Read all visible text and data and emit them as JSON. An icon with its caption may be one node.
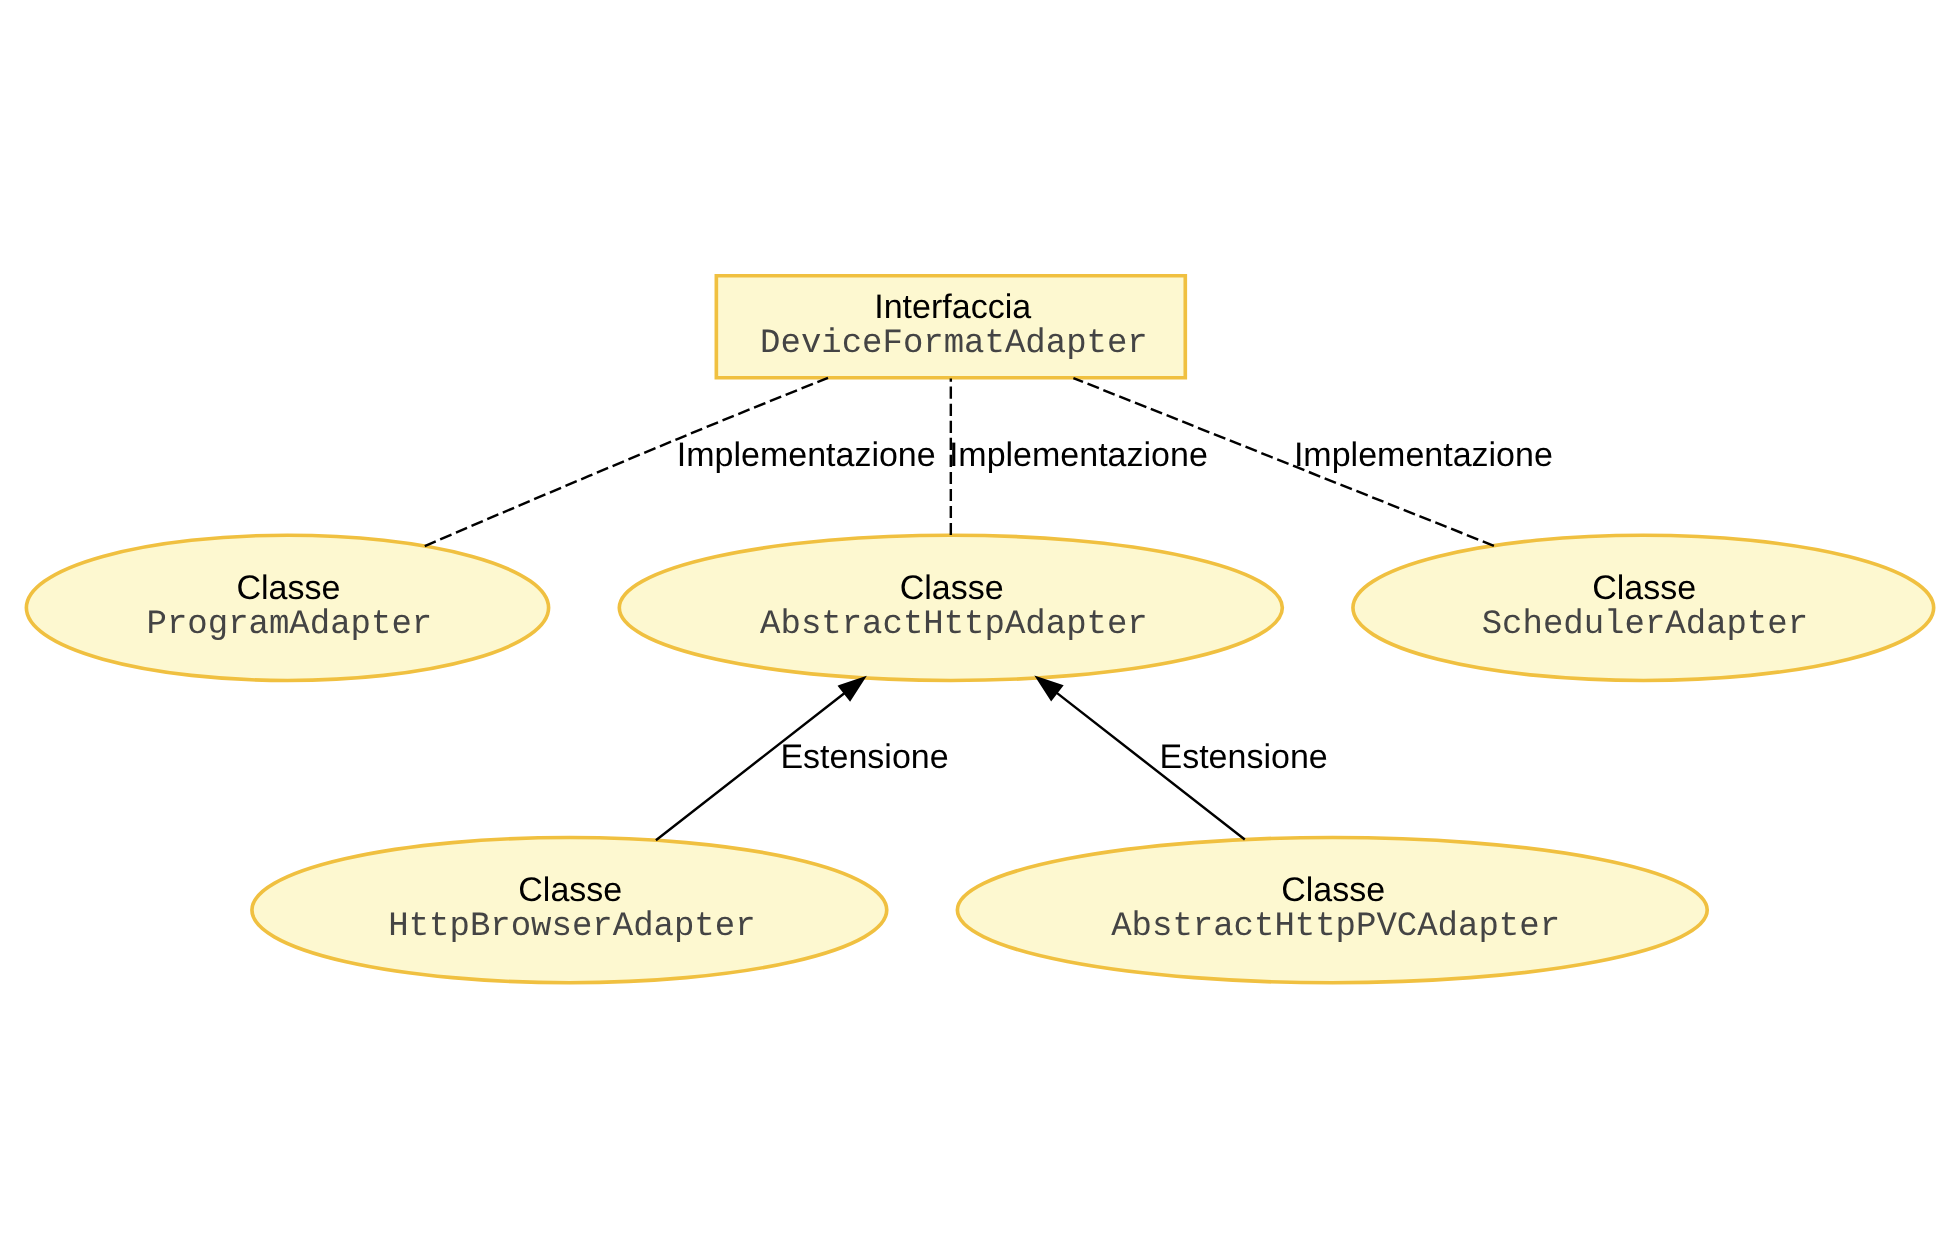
{
  "diagram": {
    "nodes": [
      {
        "text": [
          "Interfaccia",
          "DeviceFormatAdapter"
        ]
      },
      {
        "text": [
          "Classe",
          "ProgramAdapter"
        ]
      },
      {
        "text": [
          "Classe",
          "AbstractHttpAdapter"
        ]
      },
      {
        "text": [
          "Classe",
          "SchedulerAdapter"
        ]
      },
      {
        "text": [
          "Classe",
          "HttpBrowserAdapter"
        ]
      },
      {
        "text": [
          "Classe",
          "AbstractHttpPVCAdapter"
        ]
      }
    ],
    "edges": [
      {
        "from": 1,
        "to": 0,
        "arrow": "none",
        "style": "dashed",
        "label": "Implementazione"
      },
      {
        "from": 2,
        "to": 0,
        "arrow": "none",
        "style": "dashed",
        "label": "Implementazione"
      },
      {
        "from": 3,
        "to": 0,
        "arrow": "none",
        "style": "dashed",
        "label": "Implementazione"
      },
      {
        "from": 4,
        "to": 2,
        "arrow": "to",
        "label": "Estensione"
      },
      {
        "from": 5,
        "to": 2,
        "arrow": "to",
        "label": "Estensione"
      }
    ]
  }
}
